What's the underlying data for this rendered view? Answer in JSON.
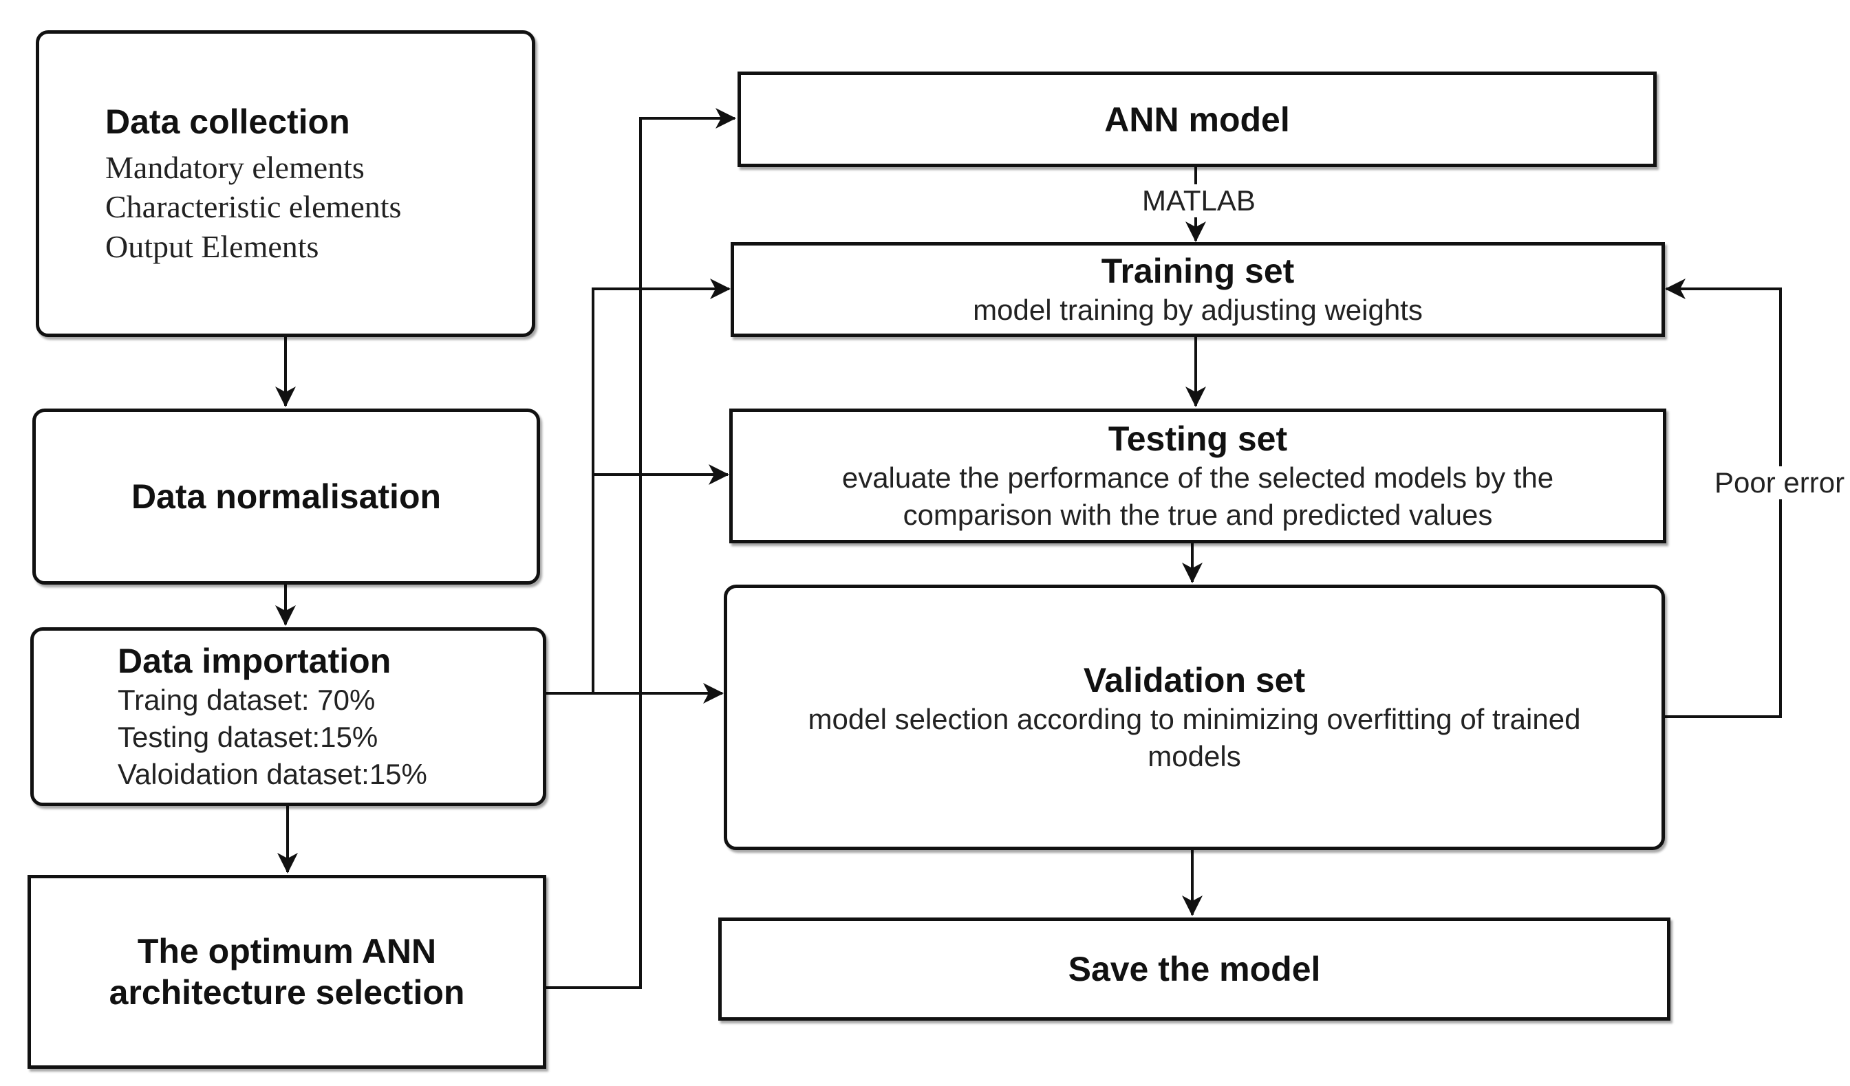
{
  "nodes": {
    "data_collection": {
      "title": "Data collection",
      "lines": [
        "Mandatory elements",
        "Characteristic elements",
        "Output Elements"
      ]
    },
    "data_normalisation": {
      "title": "Data normalisation"
    },
    "data_importation": {
      "title": "Data importation",
      "lines": [
        "Traing dataset: 70%",
        "Testing dataset:15%",
        "Valoidation dataset:15%"
      ]
    },
    "optimum_architecture": {
      "title_line1": "The optimum ANN",
      "title_line2": "architecture selection"
    },
    "ann_model": {
      "title": "ANN model"
    },
    "training_set": {
      "title": "Training set",
      "desc": "model training by adjusting weights"
    },
    "testing_set": {
      "title": "Testing set",
      "desc_line1": "evaluate the performance of the selected models by the",
      "desc_line2": "comparison with the true and predicted values"
    },
    "validation_set": {
      "title": "Validation set",
      "desc_line1": "model selection according to minimizing overfitting of trained",
      "desc_line2": "models"
    },
    "save_model": {
      "title": "Save the model"
    }
  },
  "edge_labels": {
    "matlab": "MATLAB",
    "poor_error": "Poor error"
  }
}
